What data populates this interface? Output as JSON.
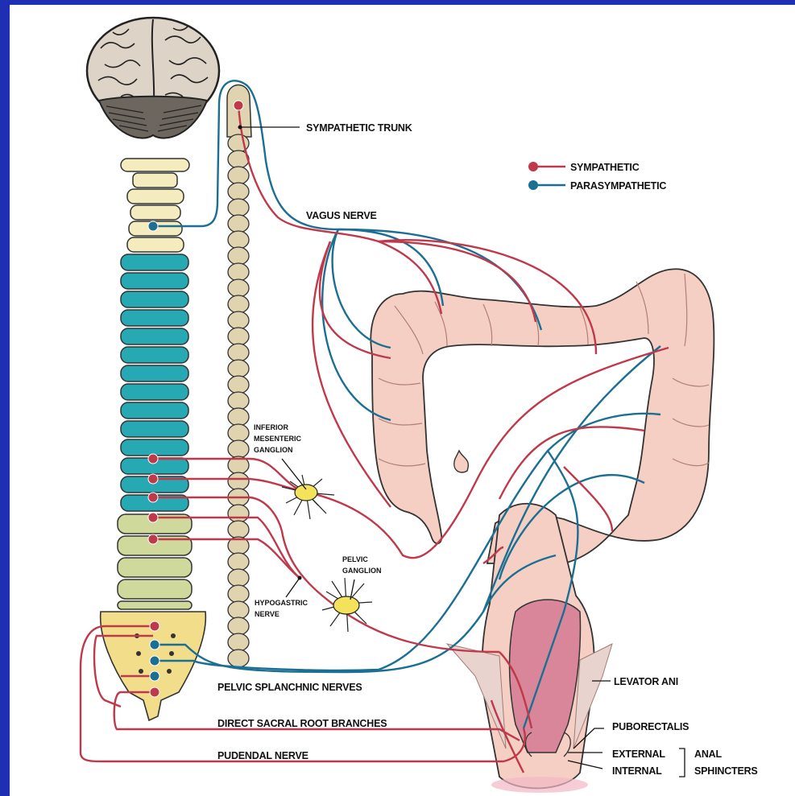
{
  "labels": {
    "sympathetic_trunk": "SYMPATHETIC TRUNK",
    "vagus_nerve": "VAGUS NERVE",
    "inferior_mesenteric_1": "INFERIOR",
    "inferior_mesenteric_2": "MESENTERIC",
    "inferior_mesenteric_3": "GANGLION",
    "pelvic_ganglion_1": "PELVIC",
    "pelvic_ganglion_2": "GANGLION",
    "hypogastric_1": "HYPOGASTRIC",
    "hypogastric_2": "NERVE",
    "pelvic_splanchnic": "PELVIC SPLANCHNIC NERVES",
    "direct_sacral": "DIRECT SACRAL ROOT BRANCHES",
    "pudendal": "PUDENDAL NERVE",
    "levator_ani": "LEVATOR ANI",
    "puborectalis": "PUBORECTALIS",
    "external": "EXTERNAL",
    "internal": "INTERNAL",
    "anal": "ANAL",
    "sphincters": "SPHINCTERS"
  },
  "legend": {
    "sympathetic": "SYMPATHETIC",
    "parasympathetic": "PARASYMPATHETIC"
  },
  "colors": {
    "sympathetic": "#c0394a",
    "parasympathetic": "#1b6f93",
    "background_frame": "#1f2fb3",
    "cervical": "#f4ecbe",
    "thoracic": "#27a9b3",
    "lumbar": "#cfd99b",
    "sacrum": "#f1dd8a",
    "colon": "#f6cfc4",
    "trunk": "#e0d4b0"
  }
}
